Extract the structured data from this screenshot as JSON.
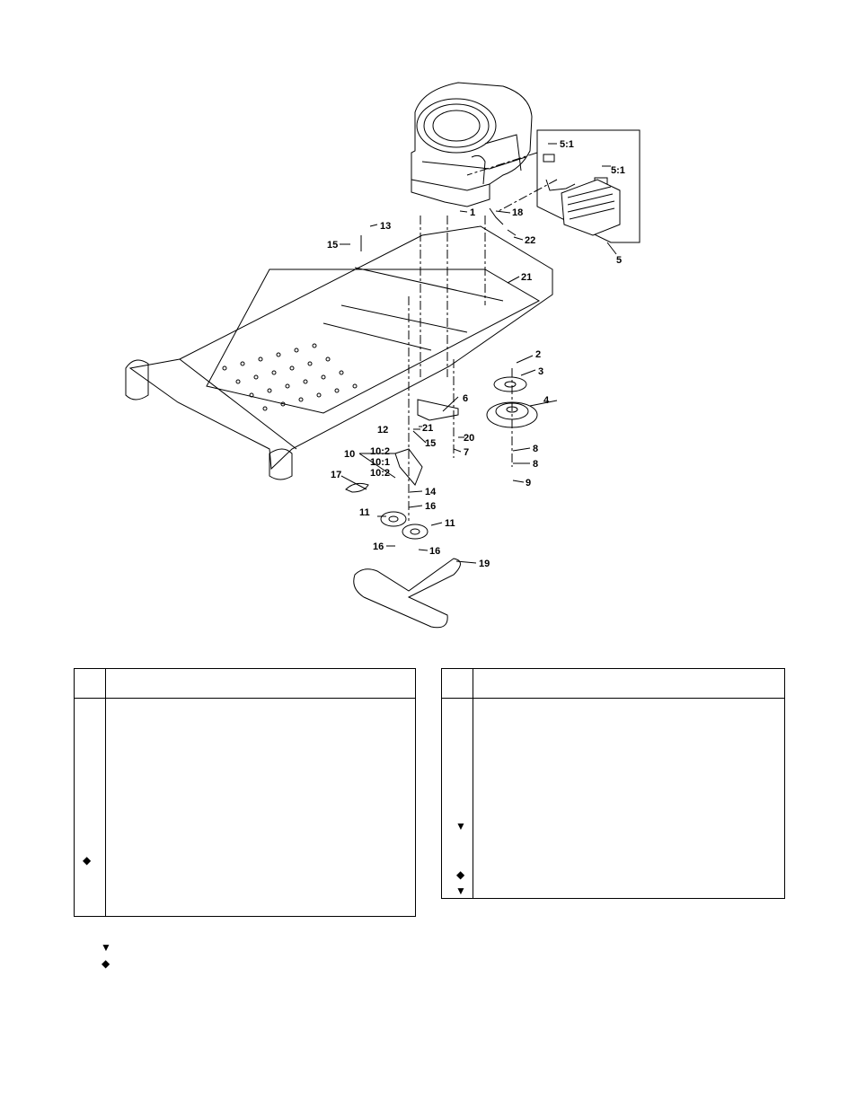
{
  "callouts": {
    "c1": "1",
    "c2": "2",
    "c3": "3",
    "c4": "4",
    "c5": "5",
    "c5_1a": "5:1",
    "c5_1b": "5:1",
    "c6": "6",
    "c7": "7",
    "c8a": "8",
    "c8b": "8",
    "c9": "9",
    "c10": "10",
    "c10_2a": "10:2",
    "c10_1": "10:1",
    "c10_2b": "10:2",
    "c11a": "11",
    "c11b": "11",
    "c12": "12",
    "c13": "13",
    "c14": "14",
    "c15a": "15",
    "c15b": "15",
    "c16a": "16",
    "c16b": "16",
    "c16c": "16",
    "c17": "17",
    "c18": "18",
    "c19": "19",
    "c20": "20",
    "c21a": "21",
    "c21b": "21",
    "c22": "22"
  },
  "left_table": {
    "markers": [
      "◆"
    ]
  },
  "right_table": {
    "markers": [
      "▼",
      "◆",
      "▼"
    ]
  },
  "legend": {
    "symbols": [
      "▼",
      "◆"
    ]
  }
}
